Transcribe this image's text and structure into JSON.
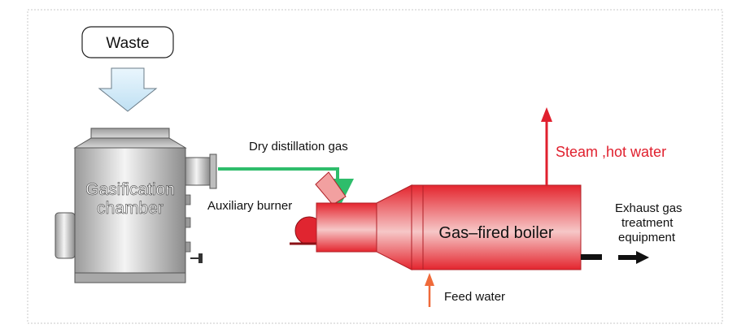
{
  "labels": {
    "waste": "Waste",
    "gasification_line1": "Gasification",
    "gasification_line2": "chamber",
    "dry_gas": "Dry distillation gas",
    "aux_burner": "Auxiliary burner",
    "boiler": "Gas–fired boiler",
    "steam": "Steam ,hot water",
    "exhaust_line1": "Exhaust gas",
    "exhaust_line2": "treatment",
    "exhaust_line3": "equipment",
    "feed_water": "Feed water"
  },
  "colors": {
    "green_pipe": "#2ebd6b",
    "steam_red": "#e0202e",
    "feed_orange": "#ef6a3a",
    "boiler_red": "#e8323a",
    "chamber_gray": "#b9b9b9",
    "inlet_arrow_blue": "#cfe8f7"
  }
}
